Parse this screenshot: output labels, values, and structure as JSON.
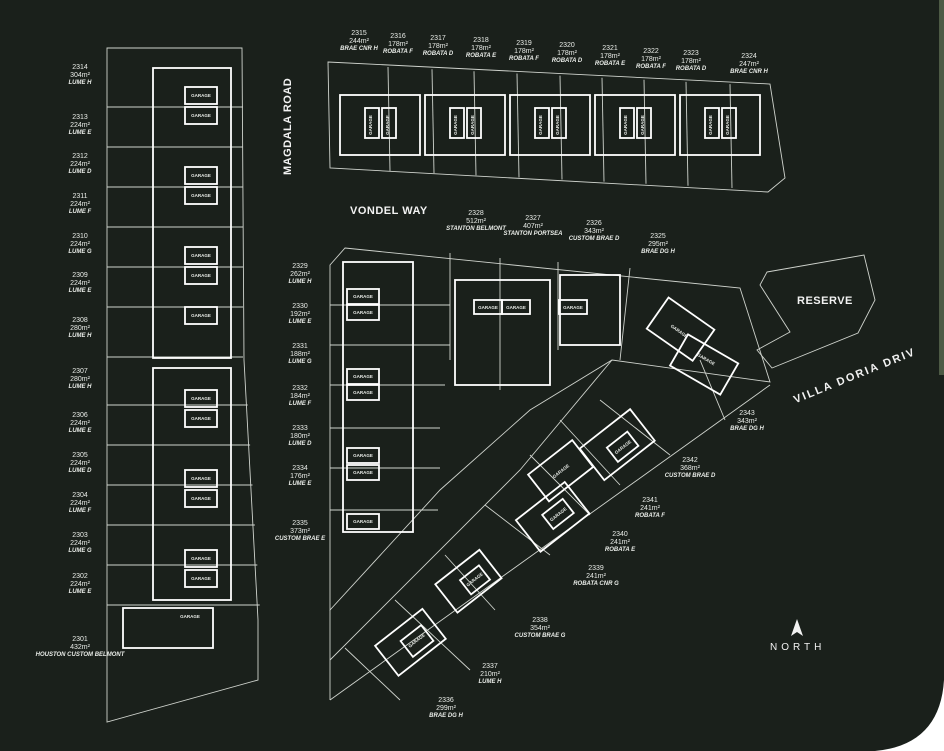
{
  "map": {
    "roads": {
      "magdala": "MAGDALA ROAD",
      "vondel": "VONDEL WAY",
      "villa_doria": "VILLA DORIA DRIV"
    },
    "reserve_label": "RESERVE",
    "north_label": "NORTH",
    "garage_label": "GARAGE",
    "colors": {
      "background": "#1a201b",
      "lines": "#ffffff"
    }
  },
  "lots": [
    {
      "number": "2301",
      "area": "432m²",
      "type": "HOUSTON CUSTOM BELMONT"
    },
    {
      "number": "2302",
      "area": "224m²",
      "type": "LUME E"
    },
    {
      "number": "2303",
      "area": "224m²",
      "type": "LUME G"
    },
    {
      "number": "2304",
      "area": "224m²",
      "type": "LUME F"
    },
    {
      "number": "2305",
      "area": "224m²",
      "type": "LUME D"
    },
    {
      "number": "2306",
      "area": "224m²",
      "type": "LUME E"
    },
    {
      "number": "2307",
      "area": "280m²",
      "type": "LUME H"
    },
    {
      "number": "2308",
      "area": "280m²",
      "type": "LUME H"
    },
    {
      "number": "2309",
      "area": "224m²",
      "type": "LUME E"
    },
    {
      "number": "2310",
      "area": "224m²",
      "type": "LUME G"
    },
    {
      "number": "2311",
      "area": "224m²",
      "type": "LUME F"
    },
    {
      "number": "2312",
      "area": "224m²",
      "type": "LUME D"
    },
    {
      "number": "2313",
      "area": "224m²",
      "type": "LUME E"
    },
    {
      "number": "2314",
      "area": "304m²",
      "type": "LUME H"
    },
    {
      "number": "2315",
      "area": "244m²",
      "type": "BRAE CNR H"
    },
    {
      "number": "2316",
      "area": "178m²",
      "type": "ROBATA F"
    },
    {
      "number": "2317",
      "area": "178m²",
      "type": "ROBATA D"
    },
    {
      "number": "2318",
      "area": "178m²",
      "type": "ROBATA E"
    },
    {
      "number": "2319",
      "area": "178m²",
      "type": "ROBATA F"
    },
    {
      "number": "2320",
      "area": "178m²",
      "type": "ROBATA D"
    },
    {
      "number": "2321",
      "area": "178m²",
      "type": "ROBATA E"
    },
    {
      "number": "2322",
      "area": "178m²",
      "type": "ROBATA F"
    },
    {
      "number": "2323",
      "area": "178m²",
      "type": "ROBATA D"
    },
    {
      "number": "2324",
      "area": "247m²",
      "type": "BRAE CNR H"
    },
    {
      "number": "2325",
      "area": "295m²",
      "type": "BRAE DG H"
    },
    {
      "number": "2326",
      "area": "343m²",
      "type": "CUSTOM BRAE D"
    },
    {
      "number": "2327",
      "area": "407m²",
      "type": "STANTON PORTSEA"
    },
    {
      "number": "2328",
      "area": "512m²",
      "type": "STANTON BELMONT"
    },
    {
      "number": "2329",
      "area": "262m²",
      "type": "LUME H"
    },
    {
      "number": "2330",
      "area": "192m²",
      "type": "LUME E"
    },
    {
      "number": "2331",
      "area": "188m²",
      "type": "LUME G"
    },
    {
      "number": "2332",
      "area": "184m²",
      "type": "LUME F"
    },
    {
      "number": "2333",
      "area": "180m²",
      "type": "LUME D"
    },
    {
      "number": "2334",
      "area": "176m²",
      "type": "LUME E"
    },
    {
      "number": "2335",
      "area": "373m²",
      "type": "CUSTOM BRAE E"
    },
    {
      "number": "2336",
      "area": "299m²",
      "type": "BRAE DG H"
    },
    {
      "number": "2337",
      "area": "210m²",
      "type": "LUME H"
    },
    {
      "number": "2338",
      "area": "354m²",
      "type": "CUSTOM BRAE G"
    },
    {
      "number": "2339",
      "area": "241m²",
      "type": "ROBATA CNR G"
    },
    {
      "number": "2340",
      "area": "241m²",
      "type": "ROBATA E"
    },
    {
      "number": "2341",
      "area": "241m²",
      "type": "ROBATA F"
    },
    {
      "number": "2342",
      "area": "368m²",
      "type": "CUSTOM BRAE D"
    },
    {
      "number": "2343",
      "area": "343m²",
      "type": "BRAE DG H"
    }
  ]
}
